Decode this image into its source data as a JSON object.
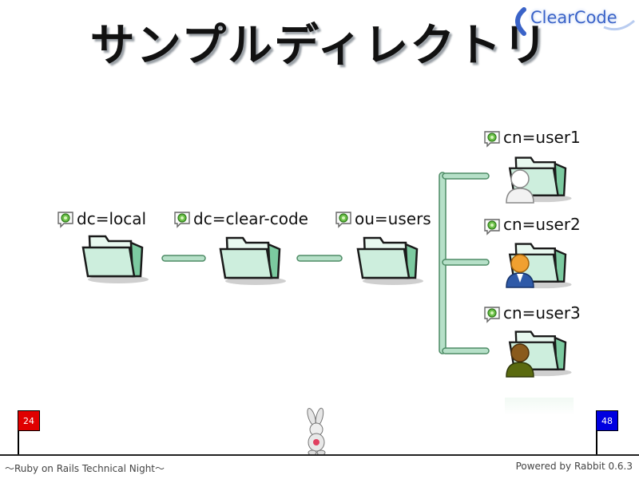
{
  "slide": {
    "title": "サンプルディレクトリ",
    "logo": "ClearCode"
  },
  "tree": {
    "root": "dc=local",
    "org": "dc=clear-code",
    "ou": "ou=users",
    "users": [
      "cn=user1",
      "cn=user2",
      "cn=user3"
    ]
  },
  "progress": {
    "current_page": "24",
    "total_pages": "48"
  },
  "footer": {
    "left": "〜Ruby on Rails Technical Night〜",
    "right": "Powered by Rabbit 0.6.3"
  },
  "colors": {
    "folder_fill": "#d6f3e4",
    "folder_stroke": "#1a1a1a",
    "connector": "#b6e0c8",
    "current_flag": "#e00000",
    "total_flag": "#0000e0",
    "logo_blue": "#3a63c8"
  }
}
